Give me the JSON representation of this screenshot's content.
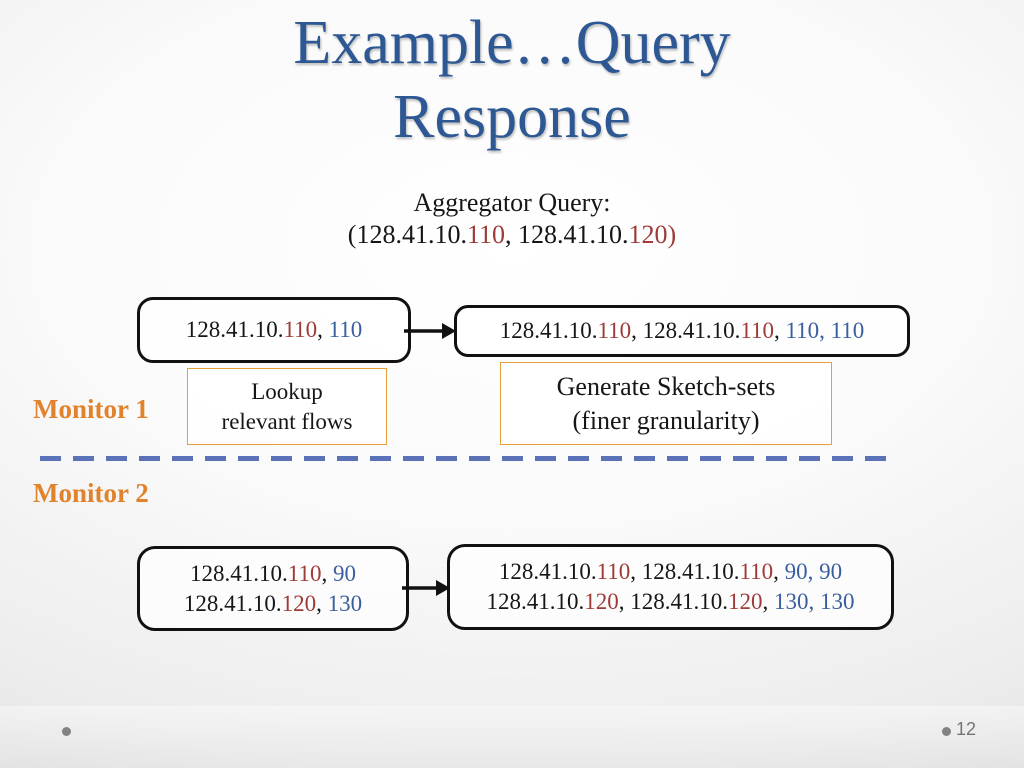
{
  "colors": {
    "title-blue": "#2E5893",
    "orange": "#E0832C",
    "ip-red": "#9E3B38",
    "value-blue": "#3A5F9F",
    "dash-blue": "#5B72B8",
    "box-orange": "#E5A03C"
  },
  "title": {
    "line1": "Example…Query",
    "line2": "Response"
  },
  "aggregator": {
    "label": "Aggregator Query:",
    "query_segments": [
      "(128.41.10.",
      "110",
      ", 128.41.10.",
      "120)"
    ]
  },
  "monitor1": {
    "label": "Monitor 1",
    "input_box": {
      "segments": [
        "128.41.10.",
        "110",
        ", ",
        "110"
      ]
    },
    "output_box": {
      "segments": [
        "128.41.10.",
        "110",
        ", 128.41.10.",
        "110",
        ", ",
        "110",
        ", ",
        "110"
      ]
    },
    "lookup_box": {
      "line1": "Lookup",
      "line2": "relevant flows"
    },
    "generate_box": {
      "line1": "Generate Sketch-sets",
      "line2": "(finer granularity)"
    }
  },
  "monitor2": {
    "label": "Monitor 2",
    "input_box": {
      "line1": [
        "128.41.10.",
        "110",
        ", ",
        "90"
      ],
      "line2": [
        "128.41.10.",
        "120",
        ", ",
        "130"
      ]
    },
    "output_box": {
      "line1": [
        "128.41.10.",
        "110",
        ", 128.41.10.",
        "110",
        ", ",
        "90",
        ", ",
        "90"
      ],
      "line2": [
        "128.41.10.",
        "120",
        ", 128.41.10.",
        "120",
        ", ",
        "130",
        ", ",
        "130"
      ]
    }
  },
  "footer": {
    "page_number": "12"
  }
}
